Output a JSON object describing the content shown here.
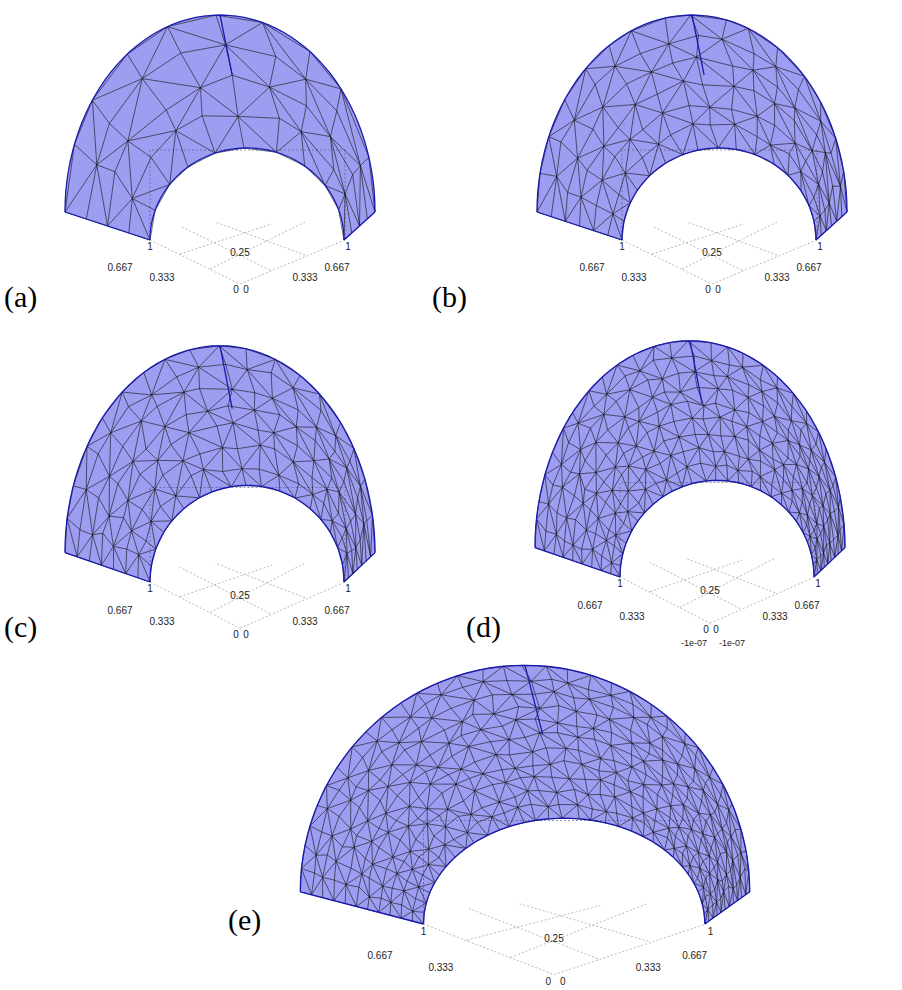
{
  "diagram": {
    "labels": [
      "(a)",
      "1",
      "0.667",
      "0.333",
      "0",
      "0",
      "0.333",
      "0.667",
      "1",
      "0.25",
      "(b)",
      "1",
      "0.667",
      "0.333",
      "0",
      "0",
      "0.333",
      "0.667",
      "1",
      "0.25",
      "(c)",
      "1",
      "0.667",
      "0.333",
      "0",
      "0",
      "0.333",
      "0.667",
      "1",
      "0.25",
      "(d)",
      "1",
      "0.667",
      "0.333",
      "0",
      "0",
      "0.333",
      "0.667",
      "1",
      "0.25",
      "(e)",
      "1",
      "0.667",
      "0.333",
      "0",
      "0",
      "0.333",
      "0.667",
      "1",
      "0.25",
      "-1e-07",
      "-1e-07"
    ]
  }
}
